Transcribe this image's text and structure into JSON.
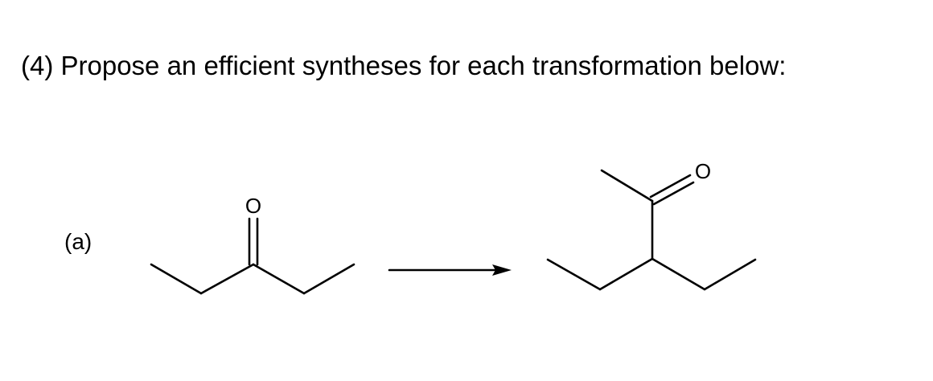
{
  "question": {
    "text": "(4) Propose an efficient syntheses for each transformation below:"
  },
  "part_a": {
    "label": "(a)",
    "reactant_oxygen": "O",
    "product_oxygen": "O"
  }
}
